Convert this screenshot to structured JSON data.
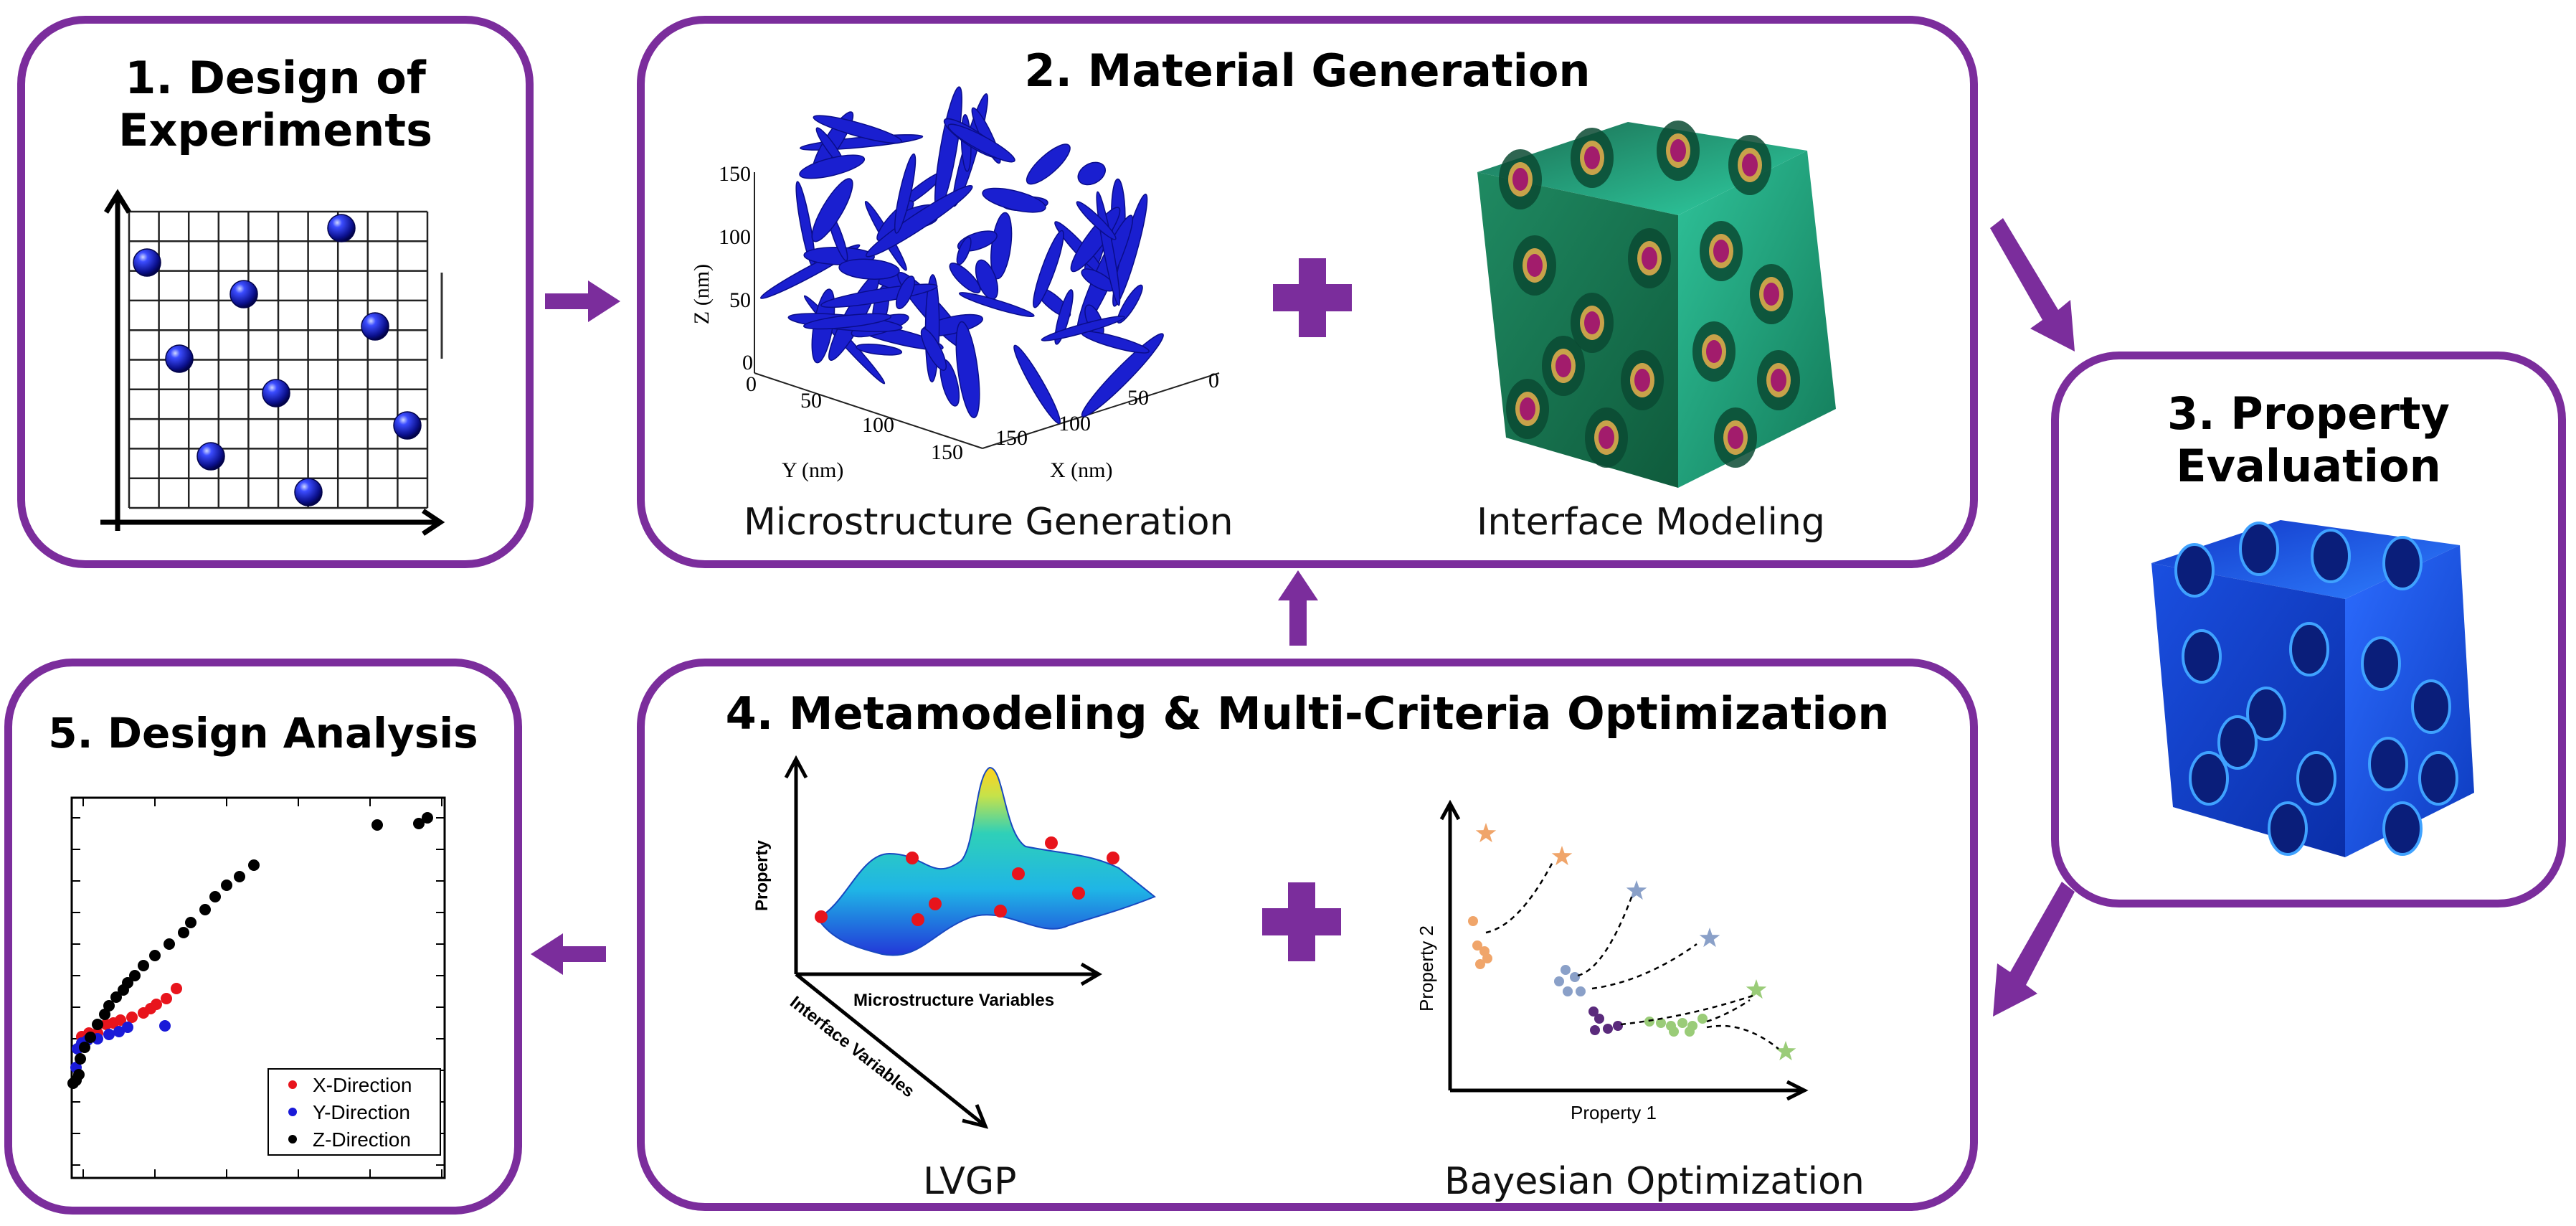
{
  "panels": {
    "doe": {
      "title_line1": "1. Design of",
      "title_line2": "Experiments"
    },
    "material": {
      "title": "2. Material Generation",
      "caption_left": "Microstructure Generation",
      "caption_right": "Interface Modeling",
      "axes": {
        "z_label": "Z (nm)",
        "y_label": "Y (nm)",
        "x_label": "X (nm)",
        "z_ticks": [
          "150",
          "100",
          "50",
          "0"
        ],
        "y_ticks": [
          "0",
          "50",
          "100",
          "150"
        ],
        "x_ticks": [
          "150",
          "100",
          "50",
          "0"
        ]
      }
    },
    "property": {
      "title_line1": "3. Property",
      "title_line2": "Evaluation"
    },
    "meta": {
      "title": "4. Metamodeling & Multi-Criteria Optimization",
      "caption_left": "LVGP",
      "caption_right": "Bayesian Optimization",
      "surface_axes": {
        "property": "Property",
        "microstructure": "Microstructure Variables",
        "interface": "Interface Variables"
      },
      "pareto_axes": {
        "x": "Property 1",
        "y": "Property 2"
      }
    },
    "analysis": {
      "title": "5. Design Analysis",
      "legend": [
        {
          "label": "X-Direction",
          "color": "#e8141c"
        },
        {
          "label": "Y-Direction",
          "color": "#1a1ad8"
        },
        {
          "label": "Z-Direction",
          "color": "#000000"
        }
      ]
    }
  },
  "colors": {
    "accent": "#7b2d9c"
  },
  "icons": [
    "plus-icon",
    "arrow-icon",
    "sphere-marker-icon",
    "star-marker-icon"
  ]
}
